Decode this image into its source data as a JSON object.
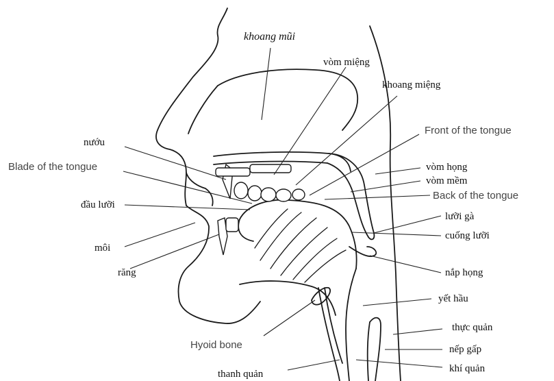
{
  "labels": {
    "khoang_mui": "khoang mũi",
    "vom_mieng": "vòm miệng",
    "khoang_mieng": "khoang miệng",
    "nuou": "nướu",
    "front_tongue": "Front of the tongue",
    "blade_tongue": "Blade of the tongue",
    "vom_hong": "vòm họng",
    "vom_mem": "vòm mềm",
    "back_tongue": "Back of the tongue",
    "dau_luoi": "đầu lưỡi",
    "luoi_ga": "lưỡi gà",
    "cuong_luoi": "cuống lưỡi",
    "moi": "môi",
    "rang": "răng",
    "nap_hong": "nắp họng",
    "yet_hau": "yết hầu",
    "thuc_quan": "thực quản",
    "hyoid": "Hyoid bone",
    "nep_gap": "nếp gấp",
    "khi_quan": "khí quản",
    "thanh_quan": "thanh quản"
  }
}
